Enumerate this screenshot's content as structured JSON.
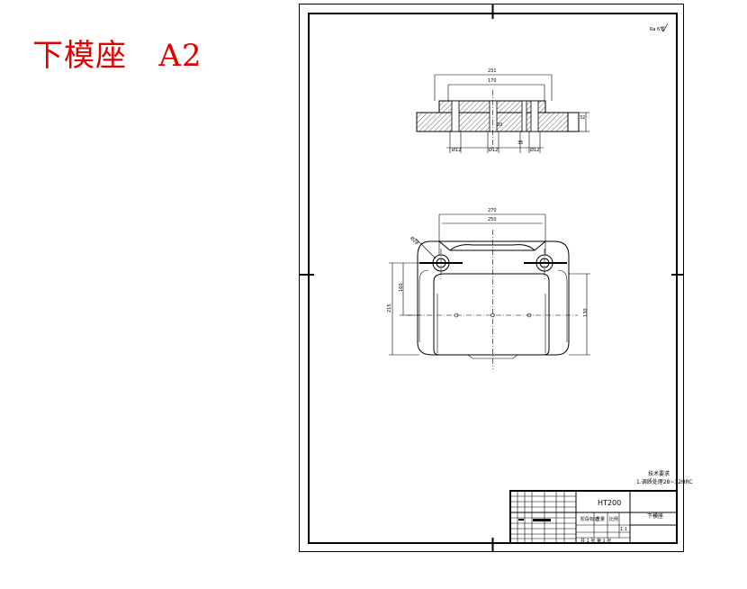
{
  "title": "下模座   A2",
  "roughness": "Ra 6.3",
  "top_view": {
    "dims": [
      "231",
      "170",
      "Ø12",
      "Ø12",
      "Ø12",
      "35",
      "32",
      "20"
    ]
  },
  "plan_view": {
    "dims": [
      "270",
      "250",
      "Ø28",
      "160",
      "215",
      "130"
    ]
  },
  "tech_notes": {
    "line1": "技术要求",
    "line2": "1.调质处理28~32HRC"
  },
  "title_block": {
    "material": "HT200",
    "name": "下模座",
    "stage_label": "阶段标记",
    "weight_label": "重量",
    "scale_label": "比例",
    "scale_value": "1:1",
    "sheet_info": "共 1 张  第 1 张"
  }
}
